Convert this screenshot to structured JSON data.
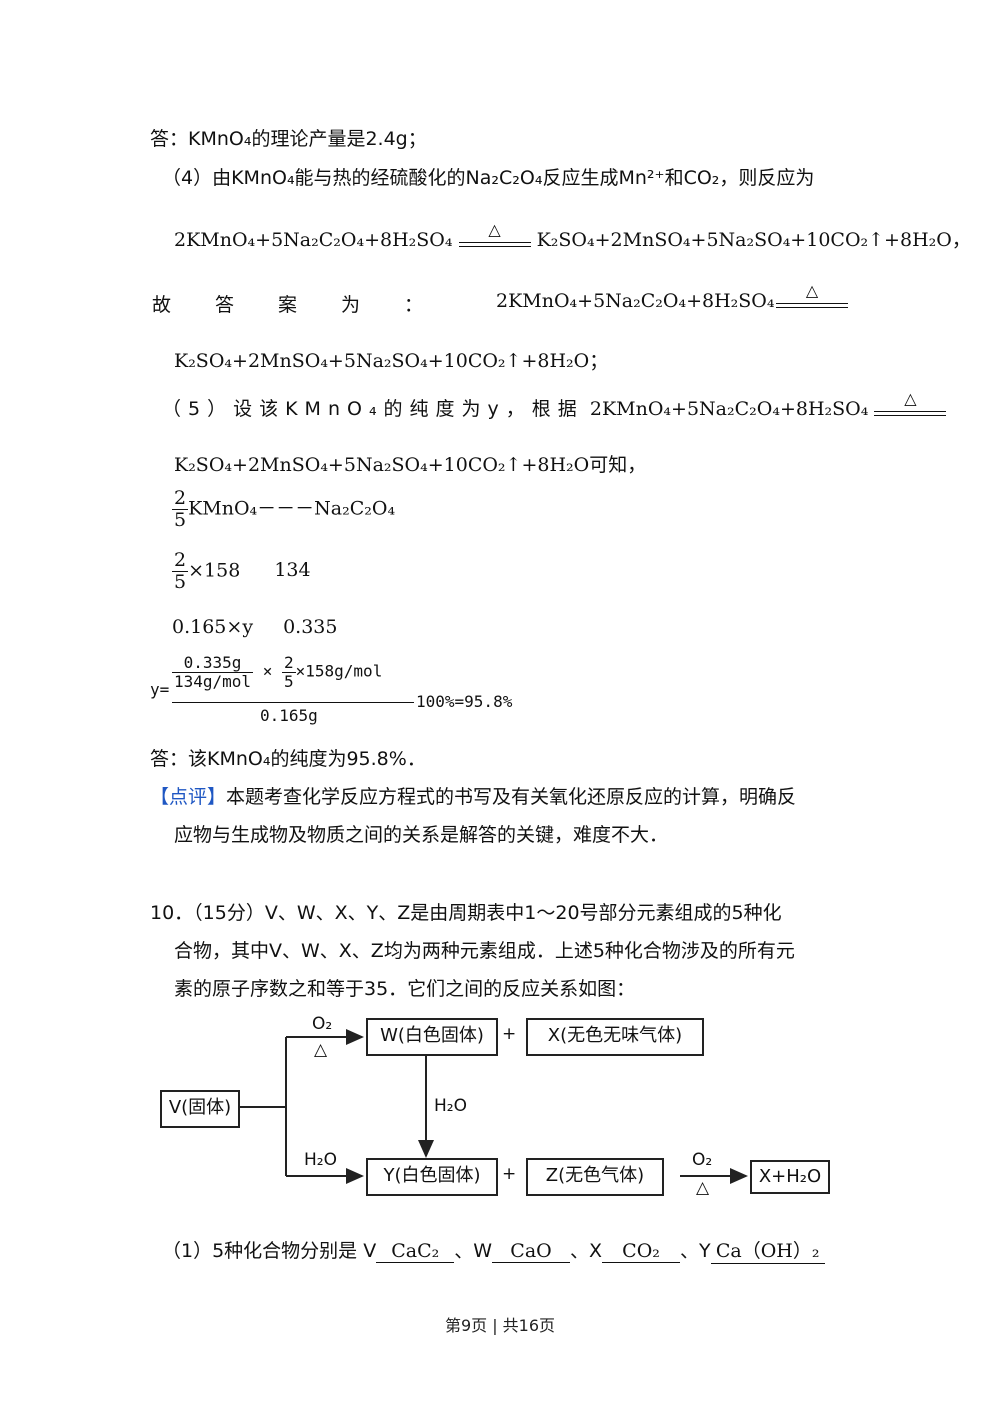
{
  "answer3": "答：KMnO₄的理论产量是2.4g；",
  "part4": {
    "intro": "（4）由KMnO₄能与热的经硫酸化的Na₂C₂O₄反应生成Mn²⁺和CO₂，则反应为",
    "eq_left": "2KMnO₄+5Na₂C₂O₄+8H₂SO₄",
    "condition": "△",
    "eq_right": "K₂SO₄+2MnSO₄+5Na₂SO₄+10CO₂↑+8H₂O，",
    "answer_label": "故答案为：",
    "answer_left": "2KMnO₄+5Na₂C₂O₄+8H₂SO₄",
    "answer_right": "K₂SO₄+2MnSO₄+5Na₂SO₄+10CO₂↑+8H₂O；"
  },
  "part5": {
    "intro": "（5）设该KMnO₄的纯度为y，根据",
    "eq_left": "2KMnO₄+5Na₂C₂O₄+8H₂SO₄",
    "eq_right": "K₂SO₄+2MnSO₄+5Na₂SO₄+10CO₂↑+8H₂O可知，",
    "frac_num": "2",
    "frac_den": "5",
    "rel1": "KMnO₄－－－Na₂C₂O₄",
    "rel2a": "×158",
    "rel2b": "134",
    "rel3a": "0.165×y",
    "rel3b": "0.335",
    "y_label": "y=",
    "calc_num_a": "0.335g",
    "calc_den_a": "134g/mol",
    "times": "×",
    "calc_tail": "×158g/mol",
    "calc_den": "0.165g",
    "calc_result": "100%=95.8%",
    "answer": "答：该KMnO₄的纯度为95.8%．"
  },
  "comment": {
    "tag": "【点评】",
    "line1": "本题考查化学反应方程式的书写及有关氧化还原反应的计算，明确反",
    "line2": "应物与生成物及物质之间的关系是解答的关键，难度不大．"
  },
  "q10": {
    "line1": "10．（15分）V、W、X、Y、Z是由周期表中1～20号部分元素组成的5种化",
    "line2": "合物，其中V、W、X、Z均为两种元素组成．上述5种化合物涉及的所有元",
    "line3": "素的原子序数之和等于35．它们之间的反应关系如图："
  },
  "diagram": {
    "v": "V(固体)",
    "w": "W(白色固体)",
    "x": "X(无色无味气体)",
    "y": "Y(白色固体)",
    "z": "Z(无色气体)",
    "product": "X+H₂O",
    "o2": "O₂",
    "h2o": "H₂O",
    "delta": "△",
    "plus": "+"
  },
  "part1": {
    "prefix": "（1）5种化合物分别是 V",
    "v": "CaC₂",
    "sep1": "、W",
    "w": "CaO",
    "sep2": "、X",
    "x": "CO₂",
    "sep3": "、Y",
    "y": "Ca（OH）₂"
  },
  "footer": "第9页 | 共16页"
}
